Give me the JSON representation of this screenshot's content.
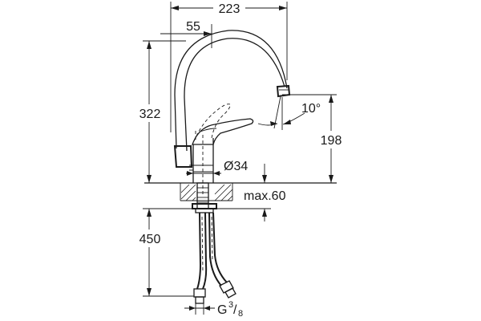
{
  "dimensions": {
    "overall_reach": "223",
    "body_offset": "55",
    "total_height": "322",
    "spout_height": "198",
    "spout_angle": "10°",
    "body_diameter": "Ø34",
    "max_thickness": "max.60",
    "hose_length": "450",
    "thread_prefix": "G",
    "thread_numerator": "3",
    "thread_slash": "/",
    "thread_denominator": "8"
  }
}
